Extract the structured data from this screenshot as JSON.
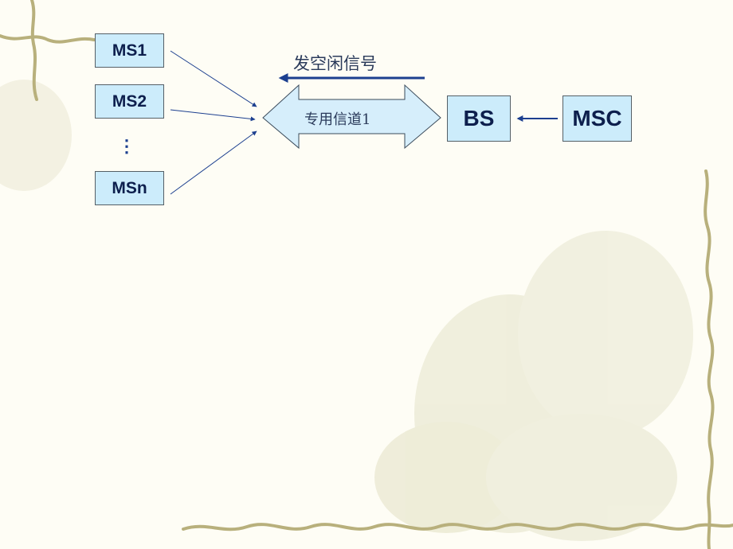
{
  "nodes": {
    "ms1": "MS1",
    "ms2": "MS2",
    "ellipsis": "⋮",
    "msn": "MSn",
    "bs": "BS",
    "msc": "MSC"
  },
  "labels": {
    "idle_signal": "发空闲信号",
    "channel": "专用信道1"
  },
  "colors": {
    "box_fill": "#ccecfb",
    "arrow": "#1c3f8f",
    "channel_fill": "#d6eefb"
  }
}
